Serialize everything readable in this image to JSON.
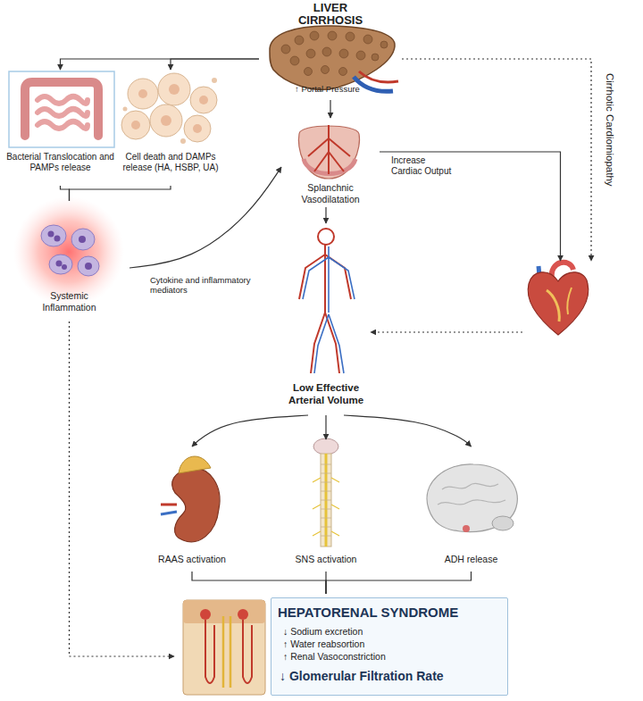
{
  "diagram": {
    "nodes": [
      {
        "text": [
          "LIVER CIRRHOSIS",
          "↑ Portal Pressure"
        ]
      },
      {
        "text": [
          "Bacterial Translocation and PAMPs release"
        ]
      },
      {
        "text": [
          "Cell death and DAMPs release (HA, HSBP, UA)"
        ]
      },
      {
        "text": [
          "Splanchnic Vasodilatation"
        ]
      },
      {
        "text": [
          "Cirrhotic Cardiomiopathy"
        ]
      },
      {
        "text": [
          "Systemic Inflammation"
        ]
      },
      {
        "text": [
          "Low Effective Arterial Volume"
        ]
      },
      {
        "text": [
          "RAAS activation"
        ]
      },
      {
        "text": [
          "SNS activation"
        ]
      },
      {
        "text": [
          "ADH release"
        ]
      },
      {
        "text": [
          "HEPATORENAL SYNDROME",
          "↓ Sodium excretion",
          "↑ Water reabsortion",
          "↑ Renal Vasoconstriction",
          "↓ Glomerular Filtration Rate"
        ]
      }
    ],
    "edges": [
      {
        "from": 0,
        "to": 1,
        "arrow": "to"
      },
      {
        "from": 0,
        "to": 2,
        "arrow": "to"
      },
      {
        "from": 0,
        "to": 3,
        "arrow": "to"
      },
      {
        "from": 0,
        "to": 4,
        "arrow": "to"
      },
      {
        "from": 1,
        "to": 5,
        "arrow": "none"
      },
      {
        "from": 2,
        "to": 5,
        "arrow": "none"
      },
      {
        "from": 5,
        "to": 3,
        "label": "Cytokine and inflammatory mediators",
        "arrow": "to"
      },
      {
        "from": 3,
        "to": 4,
        "label": "Increase Cardiac Output",
        "arrow": "to"
      },
      {
        "from": 3,
        "to": 6,
        "arrow": "to"
      },
      {
        "from": 4,
        "to": 6,
        "arrow": "to"
      },
      {
        "from": 6,
        "to": 7,
        "arrow": "to"
      },
      {
        "from": 6,
        "to": 8,
        "arrow": "to"
      },
      {
        "from": 6,
        "to": 9,
        "arrow": "to"
      },
      {
        "from": 7,
        "to": 10,
        "arrow": "none"
      },
      {
        "from": 8,
        "to": 10,
        "arrow": "none"
      },
      {
        "from": 9,
        "to": 10,
        "arrow": "none"
      },
      {
        "from": 5,
        "to": 10,
        "arrow": "to"
      }
    ]
  }
}
